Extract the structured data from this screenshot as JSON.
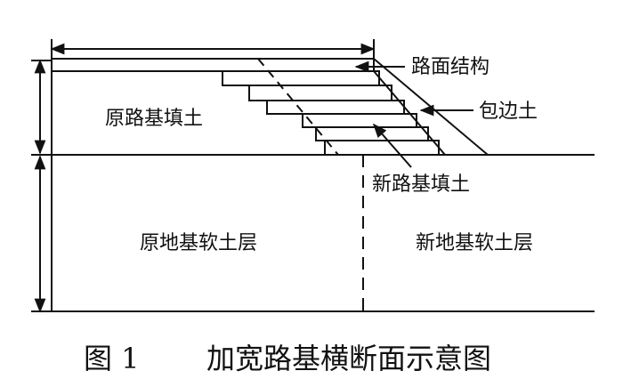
{
  "labels": {
    "pavement": "路面结构",
    "shoulder_soil": "包边土",
    "old_fill": "原路基填土",
    "new_fill": "新路基填土",
    "old_soft": "原地基软土层",
    "new_soft": "新地基软土层"
  },
  "caption": {
    "number": "图 1",
    "title": "加宽路基横断面示意图"
  },
  "colors": {
    "line": "#111111",
    "background": "#ffffff"
  }
}
